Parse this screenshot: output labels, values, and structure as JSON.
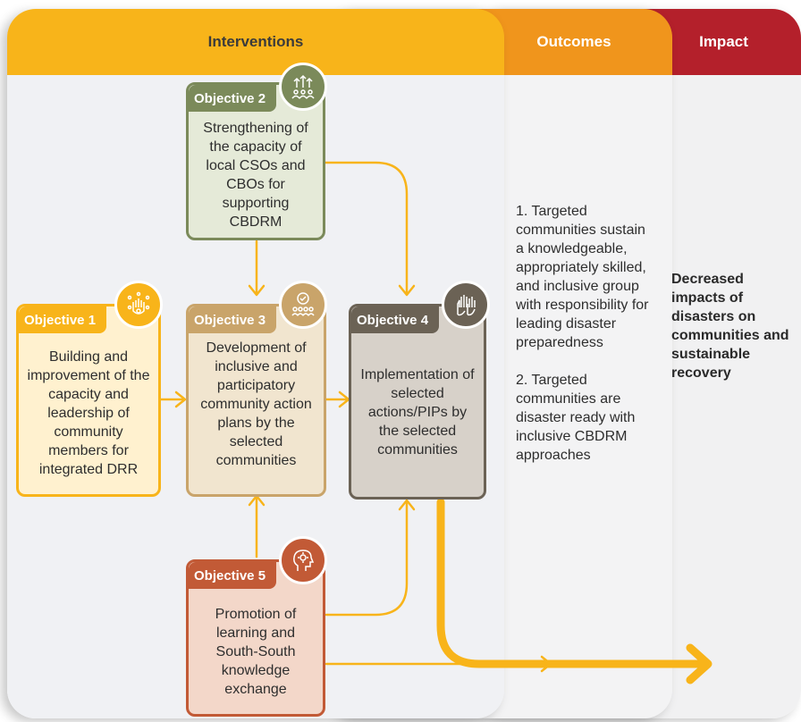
{
  "columns": {
    "interventions": "Interventions",
    "outcomes": "Outcomes",
    "impact": "Impact"
  },
  "objectives": [
    {
      "tab": "Objective 1",
      "text": "Building and improvement of the capacity and leadership of community members for integrated DRR",
      "color": "#f8b41a",
      "icon": "hand-network-icon"
    },
    {
      "tab": "Objective 2",
      "text": "Strengthening of the capacity of local CSOs and CBOs for supporting CBDRM",
      "color": "#7b8a5a",
      "icon": "growth-people-icon"
    },
    {
      "tab": "Objective 3",
      "text": "Development of inclusive and participatory community action plans by the selected communities",
      "color": "#c9a46a",
      "icon": "community-check-icon"
    },
    {
      "tab": "Objective 4",
      "text": "Implementation of selected actions/PIPs by the selected communities",
      "color": "#6b6255",
      "icon": "raised-hands-icon"
    },
    {
      "tab": "Objective 5",
      "text": "Promotion of learning and South-South knowledge exchange",
      "color": "#c25a36",
      "icon": "head-gear-icon"
    }
  ],
  "outcomes": {
    "item1": "1. Targeted communities sustain a knowledgeable, appropriately skilled, and inclusive group with responsibility for leading disaster preparedness",
    "item2": "2. Targeted communities are disaster ready with inclusive CBDRM approaches"
  },
  "impact": {
    "text": "Decreased impacts of disasters on communities and sustainable recovery"
  },
  "colors": {
    "arrow": "#f8b41a",
    "interventions_header": "#f8b41a",
    "outcomes_header": "#f0951c",
    "impact_header": "#b4202b"
  }
}
